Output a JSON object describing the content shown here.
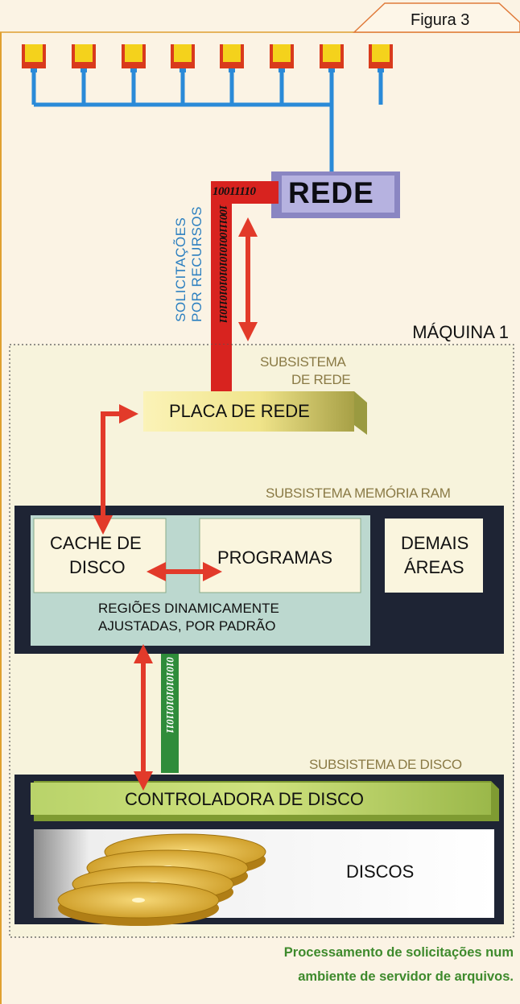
{
  "figure_tab": "Figura 3",
  "network": {
    "rede_label": "REDE",
    "requests_label_line1": "SOLICITAÇÕES",
    "requests_label_line2": "POR RECURSOS",
    "binary_top": "10011110",
    "binary_vertical": "1001110010101010101011011"
  },
  "machine": {
    "title": "MÁQUINA 1",
    "net_subsystem_line1": "SUBSISTEMA",
    "net_subsystem_line2": "DE REDE",
    "nic_label": "PLACA DE REDE",
    "ram_subsystem": "SUBSISTEMA MEMÓRIA RAM",
    "disk_cache_line1": "CACHE DE",
    "disk_cache_line2": "DISCO",
    "programs": "PROGRAMAS",
    "other_line1": "DEMAIS",
    "other_line2": "ÁREAS",
    "regions_line1": "REGIÕES DINAMICAMENTE",
    "regions_line2": "AJUSTADAS, POR PADRÃO",
    "binary_green": "0101010101011011",
    "disk_subsystem": "SUBSISTEMA DE DISCO",
    "controller": "CONTROLADORA DE DISCO",
    "disks": "DISCOS"
  },
  "caption_line1": "Processamento de solicitações num",
  "caption_line2": "ambiente de servidor de arquivos."
}
